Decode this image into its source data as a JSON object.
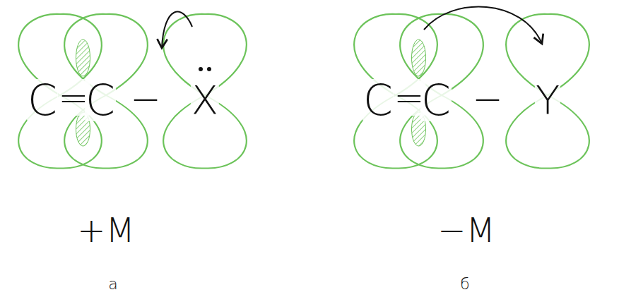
{
  "diagram": {
    "labels": [
      "C",
      "=",
      "C",
      "−",
      "X",
      "+M",
      "а",
      "C",
      "=",
      "C",
      "−",
      "Y",
      "−M",
      "б"
    ]
  }
}
